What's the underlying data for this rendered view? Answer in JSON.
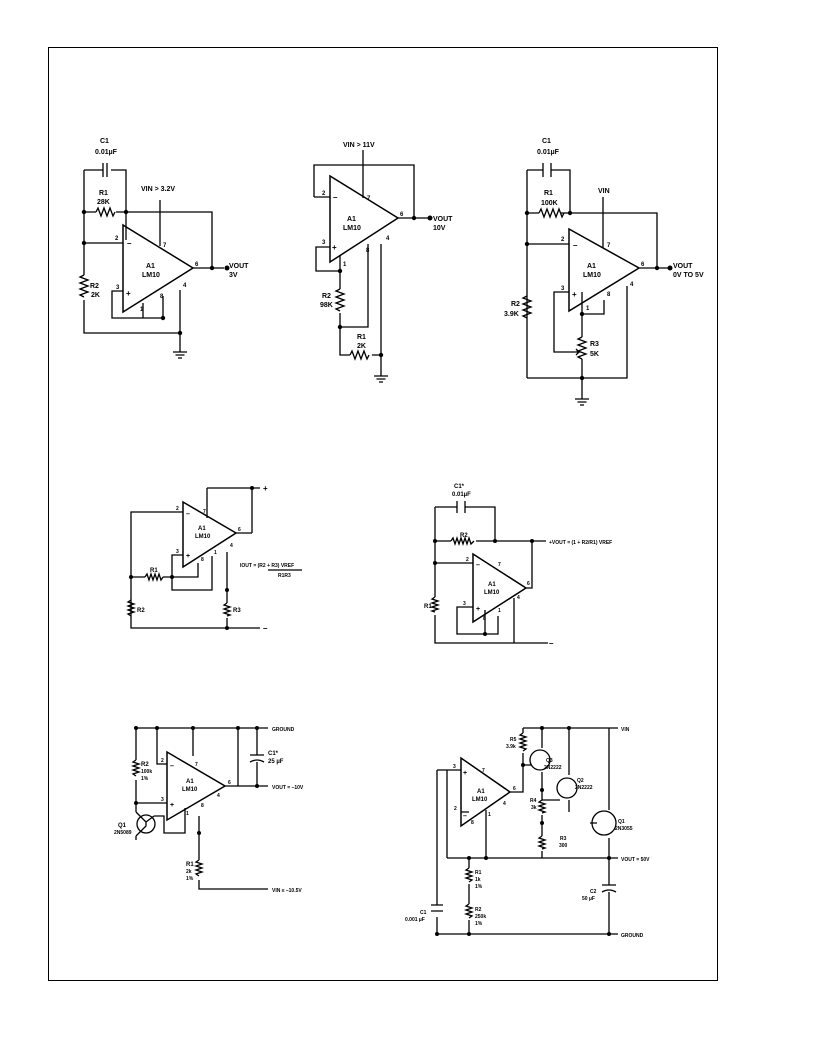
{
  "circuits": [
    {
      "labels": {
        "c1": "C1",
        "c1_val": "0.01µF",
        "r1": "R1",
        "r1_val": "28K",
        "vin": "VIN > 3.2V",
        "r2": "R2",
        "r2_val": "2K",
        "amp": "A1",
        "amp_part": "LM10",
        "vout": "VOUT",
        "vout_val": "3V",
        "minus": "–",
        "plus": "+",
        "p2": "2",
        "p3": "3",
        "p7": "7",
        "p6": "6",
        "p4": "4",
        "p8": "8",
        "p1": "1"
      }
    },
    {
      "labels": {
        "vin": "VIN > 11V",
        "amp": "A1",
        "amp_part": "LM10",
        "vout": "VOUT",
        "vout_val": "10V",
        "r2": "R2",
        "r2_val": "98K",
        "r1": "R1",
        "r1_val": "2K",
        "minus": "–",
        "plus": "+",
        "p2": "2",
        "p3": "3",
        "p7": "7",
        "p6": "6",
        "p4": "4",
        "p8": "8",
        "p1": "1"
      }
    },
    {
      "labels": {
        "c1": "C1",
        "c1_val": "0.01µF",
        "r1": "R1",
        "r1_val": "100K",
        "vin": "VIN",
        "amp": "A1",
        "amp_part": "LM10",
        "vout": "VOUT",
        "vout_val": "0V TO 5V",
        "r2": "R2",
        "r2_val": "3.9K",
        "r3": "R3",
        "r3_val": "5K",
        "minus": "–",
        "plus": "+",
        "p2": "2",
        "p3": "3",
        "p7": "7",
        "p6": "6",
        "p4": "4",
        "p8": "8",
        "p1": "1"
      }
    },
    {
      "labels": {
        "amp": "A1",
        "amp_part": "LM10",
        "plus_rail": "+",
        "minus_rail": "–",
        "r1": "R1",
        "r2": "R2",
        "r3": "R3",
        "iout_num": "IOUT = (R2 + R3) VREF",
        "iout_den": "R1R3",
        "minus": "–",
        "plus": "+",
        "p2": "2",
        "p3": "3",
        "p7": "7",
        "p6": "6",
        "p4": "4",
        "p8": "8",
        "p1": "1"
      }
    },
    {
      "labels": {
        "c1": "C1*",
        "c1_val": "0.01µF",
        "r2": "R2",
        "r1": "R1",
        "vout_eq": "+VOUT = (1 + R2/R1) VREF",
        "amp": "A1",
        "amp_part": "LM10",
        "minus_rail": "–",
        "minus": "–",
        "plus": "+",
        "p2": "2",
        "p3": "3",
        "p7": "7",
        "p6": "6",
        "p4": "4",
        "p8": "8",
        "p1": "1"
      }
    },
    {
      "labels": {
        "ground": "GROUND",
        "c1": "C1*",
        "c1_val": "25 µF",
        "r2": "R2",
        "r2_val": "100k",
        "r2_tol": "1%",
        "amp": "A1",
        "amp_part": "LM10",
        "vout": "VOUT = –10V",
        "q1": "Q1",
        "q1_part": "2N5089",
        "r1": "R1",
        "r1_val": "2k",
        "r1_tol": "1%",
        "vin": "VIN ≤ –10.5V",
        "minus": "–",
        "plus": "+",
        "p2": "2",
        "p3": "3",
        "p7": "7",
        "p6": "6",
        "p4": "4",
        "p8": "8",
        "p1": "1"
      }
    },
    {
      "labels": {
        "vin": "VIN",
        "r5": "R5",
        "r5_val": "3.9k",
        "q3": "Q3",
        "q3_part": "2N2222",
        "q2": "Q2",
        "q2_part": "2N2222",
        "r4": "R4",
        "r4_val": "3k",
        "r3": "R3",
        "r3_val": "300",
        "q1": "Q1",
        "q1_part": "2N3055",
        "amp": "A1",
        "amp_part": "LM10",
        "vout": "VOUT = 50V",
        "r1": "R1",
        "r1_val": "1k",
        "r1_tol": "1%",
        "r2": "R2",
        "r2_val": "250k",
        "r2_tol": "1%",
        "c1": "C1",
        "c1_val": "0.001 µF",
        "c2": "C2",
        "c2_val": "50 µF",
        "ground": "GROUND",
        "minus": "–",
        "plus": "+",
        "p2": "2",
        "p3": "3",
        "p7": "7",
        "p6": "6",
        "p4": "4",
        "p8": "8",
        "p1": "1"
      }
    }
  ]
}
